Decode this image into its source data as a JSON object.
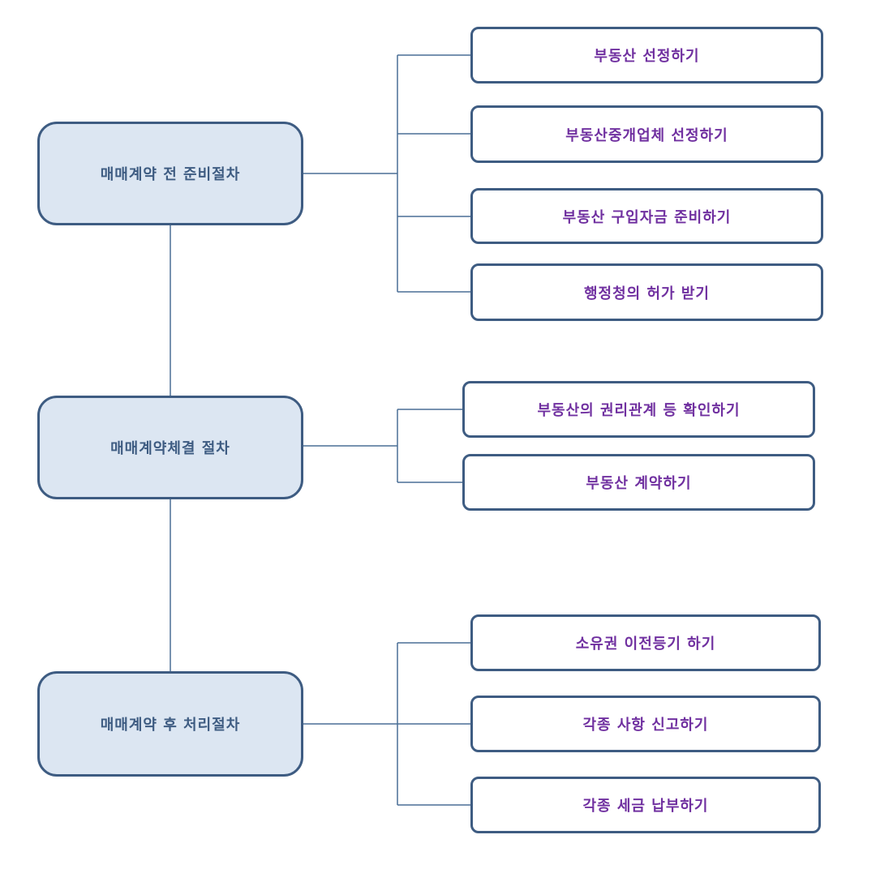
{
  "stages": [
    {
      "label": "매매계약 전 준비절차",
      "steps": [
        "부동산 선정하기",
        "부동산중개업체 선정하기",
        "부동산 구입자금 준비하기",
        "행정청의 허가 받기"
      ]
    },
    {
      "label": "매매계약체결 절차",
      "steps": [
        "부동산의 권리관계 등 확인하기",
        "부동산 계약하기"
      ]
    },
    {
      "label": "매매계약 후 처리절차",
      "steps": [
        "소유권 이전등기 하기",
        "각종 사항 신고하기",
        "각종 세금 납부하기"
      ]
    }
  ],
  "colors": {
    "stage_fill": "#dce6f2",
    "box_border": "#3e5c82",
    "stage_text": "#3e5c82",
    "step_text": "#7030a0",
    "connector": "#4a6f96"
  }
}
